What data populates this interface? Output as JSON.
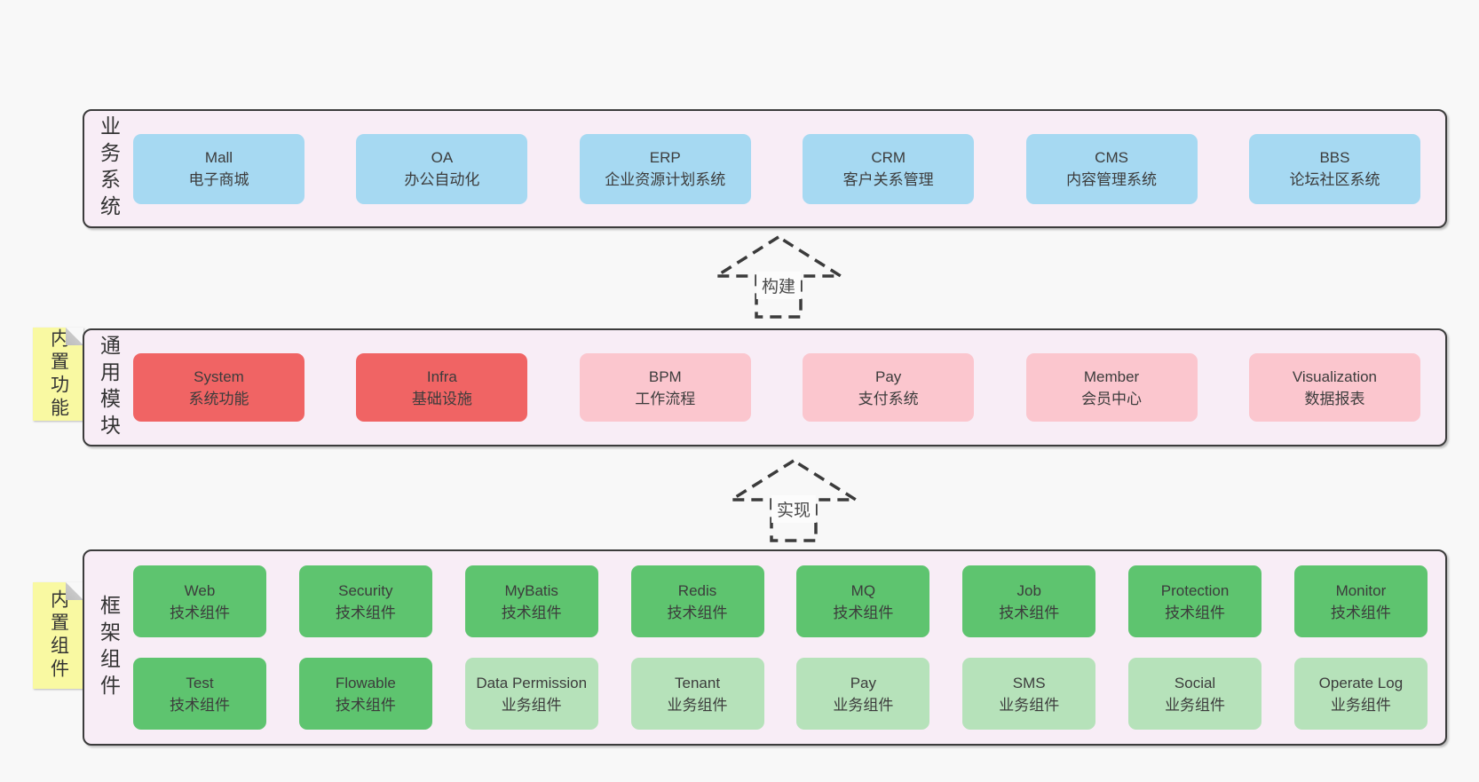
{
  "colors": {
    "page_bg": "#f8f8f8",
    "panel_bg": "#f8edf6",
    "panel_border": "#3c3c3c",
    "box_blue": "#a6d9f2",
    "box_red": "#f06464",
    "box_pink": "#fbc6ce",
    "box_green_dark": "#5ec46f",
    "box_green_light": "#b6e2ba",
    "sticky_yellow": "#f9f9a2",
    "text": "#3c3c3c"
  },
  "arrows": {
    "build_label": "构建",
    "implement_label": "实现"
  },
  "sections": {
    "business": {
      "side_label": "业务系统",
      "boxes": [
        {
          "name": "Mall",
          "desc": "电子商城"
        },
        {
          "name": "OA",
          "desc": "办公自动化"
        },
        {
          "name": "ERP",
          "desc": "企业资源计划系统"
        },
        {
          "name": "CRM",
          "desc": "客户关系管理"
        },
        {
          "name": "CMS",
          "desc": "内容管理系统"
        },
        {
          "name": "BBS",
          "desc": "论坛社区系统"
        }
      ]
    },
    "modules": {
      "sticky_label": "内置功能",
      "side_label": "通用模块",
      "boxes": [
        {
          "name": "System",
          "desc": "系统功能",
          "variant": "red"
        },
        {
          "name": "Infra",
          "desc": "基础设施",
          "variant": "red"
        },
        {
          "name": "BPM",
          "desc": "工作流程",
          "variant": "pink"
        },
        {
          "name": "Pay",
          "desc": "支付系统",
          "variant": "pink"
        },
        {
          "name": "Member",
          "desc": "会员中心",
          "variant": "pink"
        },
        {
          "name": "Visualization",
          "desc": "数据报表",
          "variant": "pink"
        }
      ]
    },
    "components": {
      "sticky_label": "内置组件",
      "side_label": "框架组件",
      "row1": [
        {
          "name": "Web",
          "desc": "技术组件",
          "variant": "green"
        },
        {
          "name": "Security",
          "desc": "技术组件",
          "variant": "green"
        },
        {
          "name": "MyBatis",
          "desc": "技术组件",
          "variant": "green"
        },
        {
          "name": "Redis",
          "desc": "技术组件",
          "variant": "green"
        },
        {
          "name": "MQ",
          "desc": "技术组件",
          "variant": "green"
        },
        {
          "name": "Job",
          "desc": "技术组件",
          "variant": "green"
        },
        {
          "name": "Protection",
          "desc": "技术组件",
          "variant": "green"
        },
        {
          "name": "Monitor",
          "desc": "技术组件",
          "variant": "green"
        }
      ],
      "row2": [
        {
          "name": "Test",
          "desc": "技术组件",
          "variant": "green"
        },
        {
          "name": "Flowable",
          "desc": "技术组件",
          "variant": "green"
        },
        {
          "name": "Data Permission",
          "desc": "业务组件",
          "variant": "green-light"
        },
        {
          "name": "Tenant",
          "desc": "业务组件",
          "variant": "green-light"
        },
        {
          "name": "Pay",
          "desc": "业务组件",
          "variant": "green-light"
        },
        {
          "name": "SMS",
          "desc": "业务组件",
          "variant": "green-light"
        },
        {
          "name": "Social",
          "desc": "业务组件",
          "variant": "green-light"
        },
        {
          "name": "Operate Log",
          "desc": "业务组件",
          "variant": "green-light"
        }
      ]
    }
  }
}
